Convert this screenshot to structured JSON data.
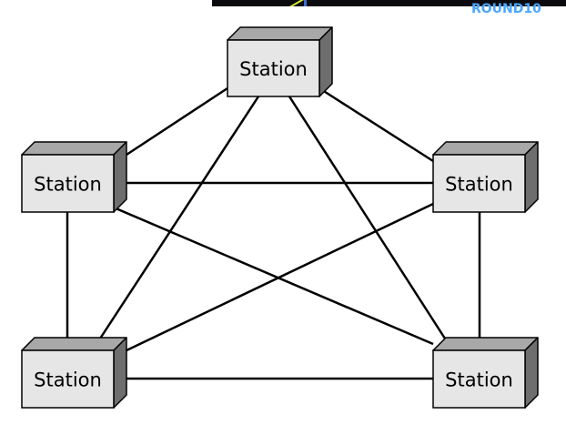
{
  "banner": {
    "text": "ROUND10",
    "background": "#0b0b0f",
    "text_color": "#4aa8ff",
    "accent": "#d8e63a"
  },
  "diagram": {
    "box_face_color": "#e6e6e6",
    "box_top_color": "#a8a8a8",
    "box_side_color": "#6e6e6e",
    "line_color": "#000000"
  },
  "stations": [
    {
      "id": "top",
      "label": "Station"
    },
    {
      "id": "middle-left",
      "label": "Station"
    },
    {
      "id": "middle-right",
      "label": "Station"
    },
    {
      "id": "bottom-left",
      "label": "Station"
    },
    {
      "id": "bottom-right",
      "label": "Station"
    }
  ],
  "links": [
    {
      "from": "top",
      "to": "middle-left"
    },
    {
      "from": "top",
      "to": "middle-right"
    },
    {
      "from": "top",
      "to": "bottom-left"
    },
    {
      "from": "top",
      "to": "bottom-right"
    },
    {
      "from": "middle-left",
      "to": "middle-right"
    },
    {
      "from": "middle-left",
      "to": "bottom-left"
    },
    {
      "from": "middle-left",
      "to": "bottom-right"
    },
    {
      "from": "middle-right",
      "to": "bottom-left"
    },
    {
      "from": "middle-right",
      "to": "bottom-right"
    },
    {
      "from": "bottom-left",
      "to": "bottom-right"
    }
  ]
}
